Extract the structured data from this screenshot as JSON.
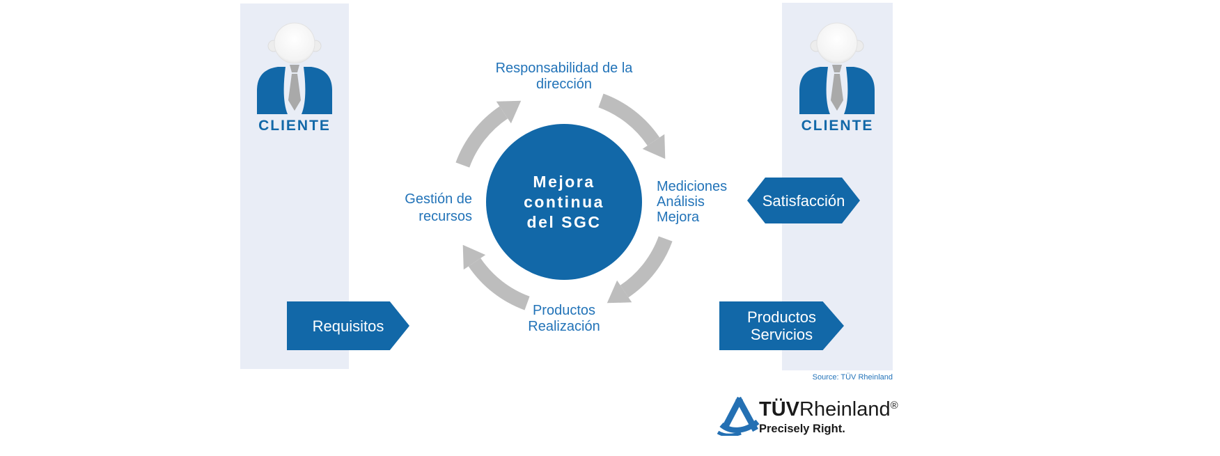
{
  "colors": {
    "primary_blue": "#1268A8",
    "label_blue": "#2273B8",
    "column_background": "#E9EDF6",
    "arrow_gray": "#BDBDBD",
    "banner_text": "#FFFFFF",
    "logo_black": "#1A1A1A"
  },
  "columns": {
    "left": {
      "label": "CLIENTE",
      "icon": "person-icon"
    },
    "right": {
      "label": "CLIENTE",
      "icon": "person-icon"
    }
  },
  "cycle": {
    "center": {
      "lines": [
        "Mejora",
        "continua",
        "del SGC"
      ]
    },
    "top_label": {
      "lines": [
        "Responsabilidad de la",
        "dirección"
      ]
    },
    "right_label": {
      "lines": [
        "Mediciones",
        "Análisis",
        "Mejora"
      ]
    },
    "bottom_label": {
      "lines": [
        "Productos",
        "Realización"
      ]
    },
    "left_label": {
      "lines": [
        "Gestión de",
        "recursos"
      ]
    },
    "arrow_icons": [
      "cycle-arrow-nw-icon",
      "cycle-arrow-ne-icon",
      "cycle-arrow-se-icon",
      "cycle-arrow-sw-icon"
    ]
  },
  "banners": {
    "requisitos": {
      "label": "Requisitos"
    },
    "satisfaccion": {
      "label": "Satisfacción"
    },
    "productos_servicios": {
      "lines": [
        "Productos",
        "Servicios"
      ]
    }
  },
  "footer": {
    "source": "Source: TÜV Rheinland",
    "logo": {
      "icon": "tuv-triangle-logo-icon",
      "tuv": "TÜV",
      "rheinland": "Rheinland",
      "registered": "®",
      "tagline": "Precisely Right."
    }
  }
}
